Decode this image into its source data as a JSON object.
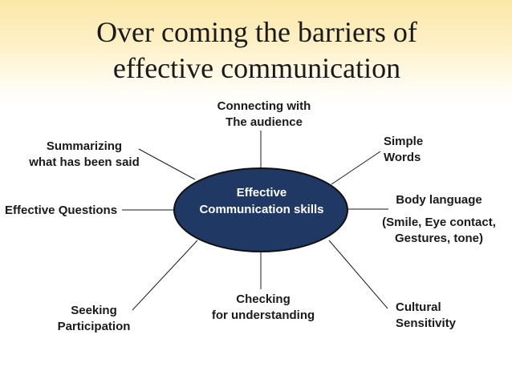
{
  "title": {
    "line1": "Over coming the barriers of",
    "line2": "effective communication"
  },
  "center": {
    "line1": "Effective",
    "line2": "Communication skills",
    "fill": "#1f3864",
    "stroke": "#111111"
  },
  "nodes": {
    "connecting": {
      "line1": "Connecting with",
      "line2": "The audience"
    },
    "simple_words": {
      "line1": "Simple",
      "line2": "Words"
    },
    "body_language": {
      "line1": "Body language",
      "line2": "(Smile, Eye contact,",
      "line3": "Gestures, tone)"
    },
    "cultural": {
      "line1": "Cultural",
      "line2": "Sensitivity"
    },
    "checking": {
      "line1": "Checking",
      "line2": "for understanding"
    },
    "seeking": {
      "line1": "Seeking",
      "line2": "Participation"
    },
    "questions": {
      "line1": "Effective Questions"
    },
    "summarizing": {
      "line1": "Summarizing",
      "line2": "what has been said"
    }
  },
  "colors": {
    "banner": "#fbe7a6",
    "connector": "#1a1a1a"
  }
}
